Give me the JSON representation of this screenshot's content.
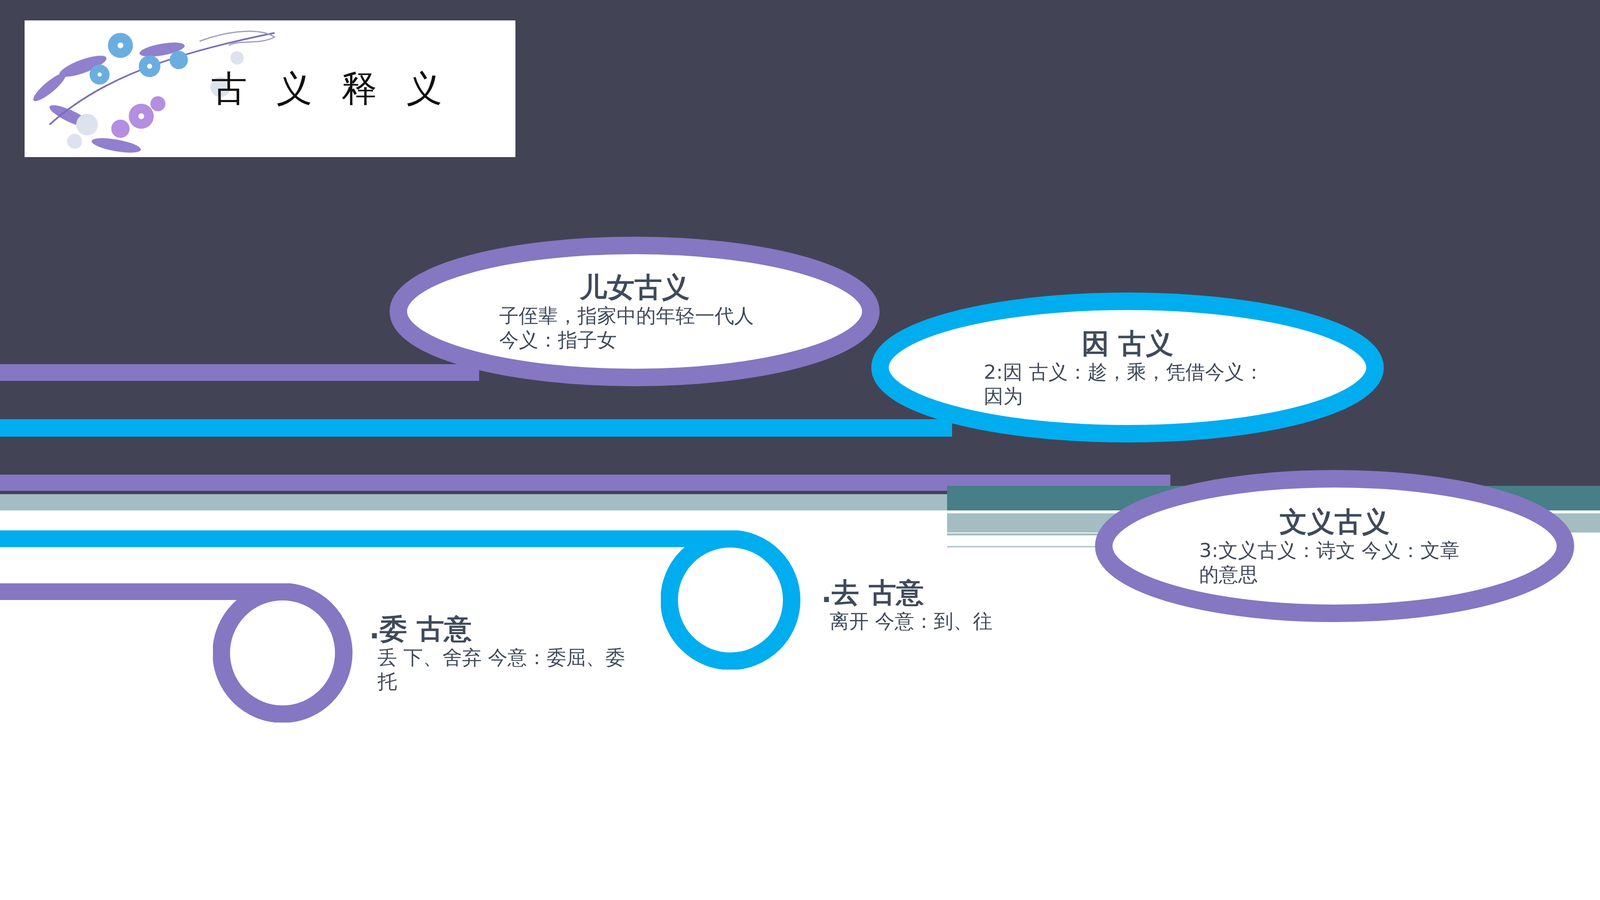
{
  "diagram": {
    "title": "古义释义",
    "nodes": [
      {
        "text": [
          "儿女古义",
          "子侄辈，指家中的年轻一代人 今义：指子女"
        ]
      },
      {
        "text": [
          "因 古义",
          "2:因 古义：趁，乘，凭借今义：因为"
        ]
      },
      {
        "text": [
          "文义古义",
          "3:文义古义：诗文 今义：文章的意思"
        ]
      },
      {
        "text": [
          ".去 古意",
          "离开 今意：到、往"
        ]
      },
      {
        "text": [
          ".委 古意",
          "丢 下、舍弃 今意：委屈、委托"
        ]
      }
    ]
  }
}
